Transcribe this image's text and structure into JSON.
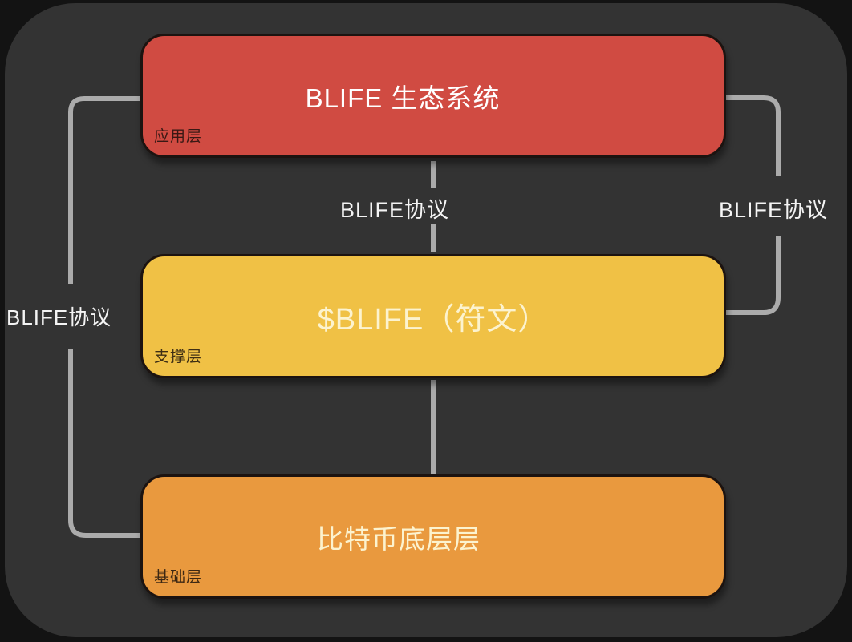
{
  "colors": {
    "outer-bg": "#131313",
    "panel-bg": "#333333",
    "line": "#ababab",
    "node-app": "#d04b42",
    "node-support": "#f0c145",
    "node-base": "#e9993e",
    "title-light": "#ffffff",
    "title-cream": "#fcf3cf"
  },
  "diagram": {
    "nodes": [
      {
        "title": "BLIFE 生态系统",
        "tag": "应用层"
      },
      {
        "title": "$BLIFE（符文）",
        "tag": "支撑层"
      },
      {
        "title": "比特币底层层",
        "tag": "基础层"
      }
    ],
    "edge_labels": {
      "center": "BLIFE协议",
      "right": "BLIFE协议",
      "left": "BLIFE协议"
    }
  }
}
